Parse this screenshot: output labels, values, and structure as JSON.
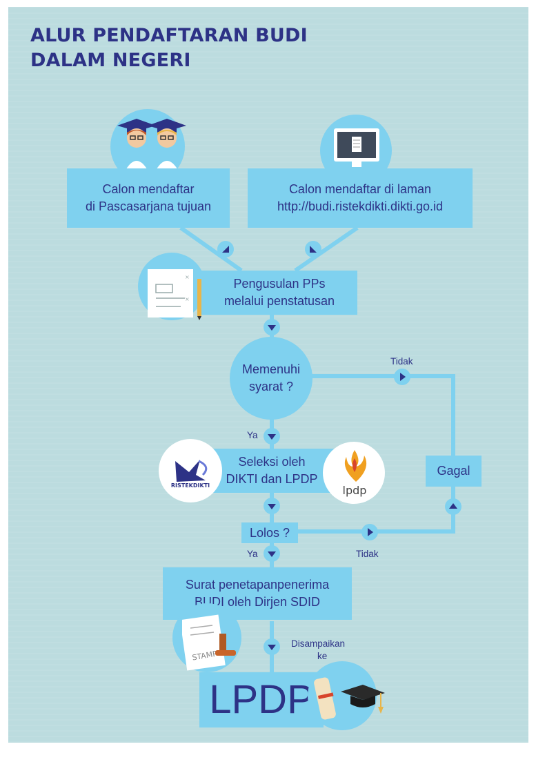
{
  "title": {
    "line1": "ALUR PENDAFTARAN BUDI",
    "line2": "DALAM NEGERI"
  },
  "nodes": {
    "left_start": {
      "line1": "Calon mendaftar",
      "line2": "di Pascasarjana tujuan"
    },
    "right_start": {
      "line1": "Calon mendaftar di laman",
      "line2": "http://budi.ristekdikti.dikti.go.id"
    },
    "proposal": {
      "line1": "Pengusulan PPs",
      "line2": "melalui penstatusan"
    },
    "decision1": {
      "line1": "Memenuhi",
      "line2": "syarat ?"
    },
    "selection": {
      "line1": "Seleksi oleh",
      "line2": "DIKTI dan LPDP"
    },
    "decision2": {
      "text": "Lolos ?"
    },
    "fail": {
      "text": "Gagal"
    },
    "letter": {
      "line1": "Surat penetapanpenerima",
      "line2": "BUDI oleh Dirjen SDID"
    },
    "final": {
      "text": "LPDP"
    }
  },
  "edge_labels": {
    "yes1": "Ya",
    "no1": "Tidak",
    "yes2": "Ya",
    "no2": "Tidak",
    "delivered_line1": "Disampaikan",
    "delivered_line2": "ke"
  },
  "logos": {
    "ristekdikti": "RISTEKDIKTI",
    "lpdp": "lpdp"
  },
  "stamp_text": "STAMP",
  "colors": {
    "background": "#bcdcdf",
    "box": "#7fd1ef",
    "text": "#2d3286",
    "arrow_circle": "#2d3286"
  },
  "icons": [
    "graduate-students-icon",
    "computer-monitor-icon",
    "document-checklist-icon",
    "pencil-icon",
    "ristekdikti-logo",
    "lpdp-logo",
    "stamp-document-icon",
    "diploma-scroll-icon",
    "graduation-cap-icon"
  ]
}
